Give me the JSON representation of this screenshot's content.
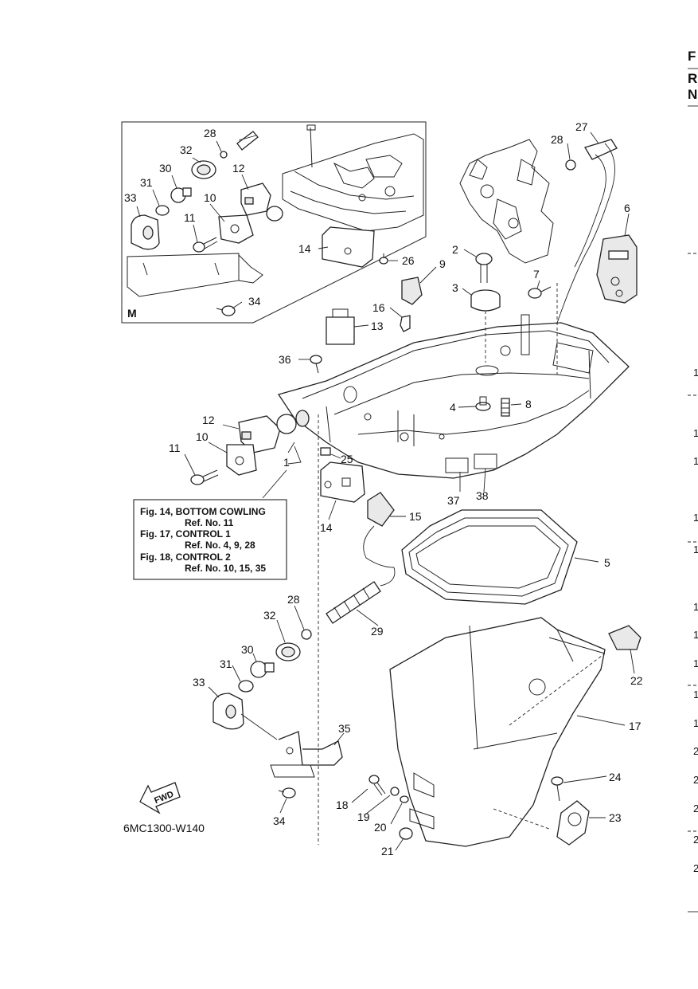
{
  "diagram_code": "6MC1300-W140",
  "inset_marker": "M",
  "fwd_label": "FWD",
  "reference_box": {
    "lines": [
      "Fig. 14, BOTTOM COWLING",
      "Ref. No. 11",
      "Fig. 17, CONTROL 1",
      "Ref. No. 4, 9, 28",
      "Fig. 18, CONTROL 2",
      "Ref. No. 10, 15, 35"
    ]
  },
  "callouts": {
    "inset": [
      "28",
      "32",
      "30",
      "12",
      "31",
      "33",
      "10",
      "11",
      "14",
      "26",
      "34"
    ],
    "main": [
      "27",
      "28",
      "6",
      "2",
      "9",
      "3",
      "7",
      "16",
      "13",
      "36",
      "8",
      "4",
      "12",
      "10",
      "11",
      "1",
      "25",
      "37",
      "38",
      "14",
      "15",
      "5",
      "28",
      "32",
      "29",
      "30",
      "31",
      "33",
      "22",
      "17",
      "35",
      "24",
      "18",
      "19",
      "20",
      "23",
      "34",
      "21"
    ]
  },
  "right_edge": {
    "letters": [
      "F",
      "R",
      "N"
    ],
    "digits": [
      "1",
      "1",
      "1",
      "1",
      "1",
      "1",
      "1",
      "1",
      "1",
      "1",
      "2",
      "2",
      "2",
      "2",
      "2"
    ]
  }
}
